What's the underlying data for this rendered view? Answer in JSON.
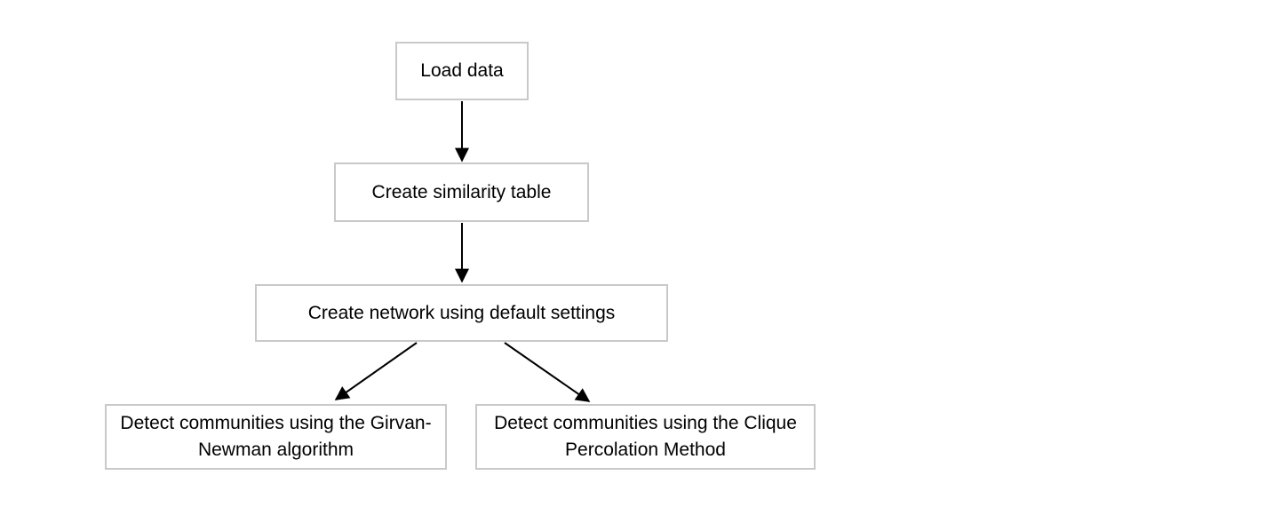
{
  "diagram": {
    "title": "Community detection workflow flowchart",
    "colors": {
      "background": "#ffffff",
      "node_fill": "#ffffff",
      "node_border": "#c9c9c9",
      "text": "#000000",
      "arrow": "#000000"
    },
    "nodes": [
      {
        "id": "load-data",
        "label": "Load data"
      },
      {
        "id": "similarity-table",
        "label": "Create similarity table"
      },
      {
        "id": "create-network",
        "label": "Create network using default settings"
      },
      {
        "id": "girvan-newman",
        "label": "Detect communities using the Girvan-Newman algorithm"
      },
      {
        "id": "clique-percolation",
        "label": "Detect communities using the Clique Percolation Method"
      }
    ],
    "edges": [
      {
        "from": "load-data",
        "to": "similarity-table"
      },
      {
        "from": "similarity-table",
        "to": "create-network"
      },
      {
        "from": "create-network",
        "to": "girvan-newman"
      },
      {
        "from": "create-network",
        "to": "clique-percolation"
      }
    ]
  }
}
